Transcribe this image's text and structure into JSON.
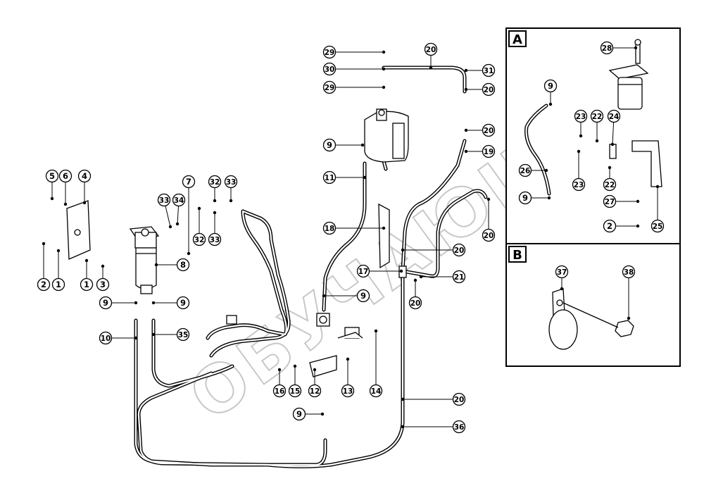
{
  "watermark": "ОБУЧАЮЩИЙ",
  "detail_labels": {
    "a": "A",
    "b": "B"
  },
  "callouts": {
    "c29a": "29",
    "c30": "30",
    "c29b": "29",
    "c20a": "20",
    "c31": "31",
    "c20b": "20",
    "c20c": "20",
    "c19": "19",
    "c9a": "9",
    "c11": "11",
    "c5": "5",
    "c6": "6",
    "c4": "4",
    "c7": "7",
    "c32a": "32",
    "c33a": "33",
    "c33b": "33",
    "c34": "34",
    "c32b": "32",
    "c33c": "33",
    "c18": "18",
    "c20d": "20",
    "c20e": "20",
    "c17": "17",
    "c21": "21",
    "c20f": "20",
    "c9b": "9",
    "c8": "8",
    "c2a": "2",
    "c1a": "1",
    "c1b": "1",
    "c3": "3",
    "c9c": "9",
    "c9d": "9",
    "c10": "10",
    "c35": "35",
    "c16": "16",
    "c15": "15",
    "c12": "12",
    "c13": "13",
    "c14": "14",
    "c9e": "9",
    "c20g": "20",
    "c36": "36",
    "a28": "28",
    "a9a": "9",
    "a23a": "23",
    "a22a": "22",
    "a24": "24",
    "a26": "26",
    "a23b": "23",
    "a22b": "22",
    "a9b": "9",
    "a27": "27",
    "a2": "2",
    "a25": "25",
    "b37": "37",
    "b38": "38"
  }
}
